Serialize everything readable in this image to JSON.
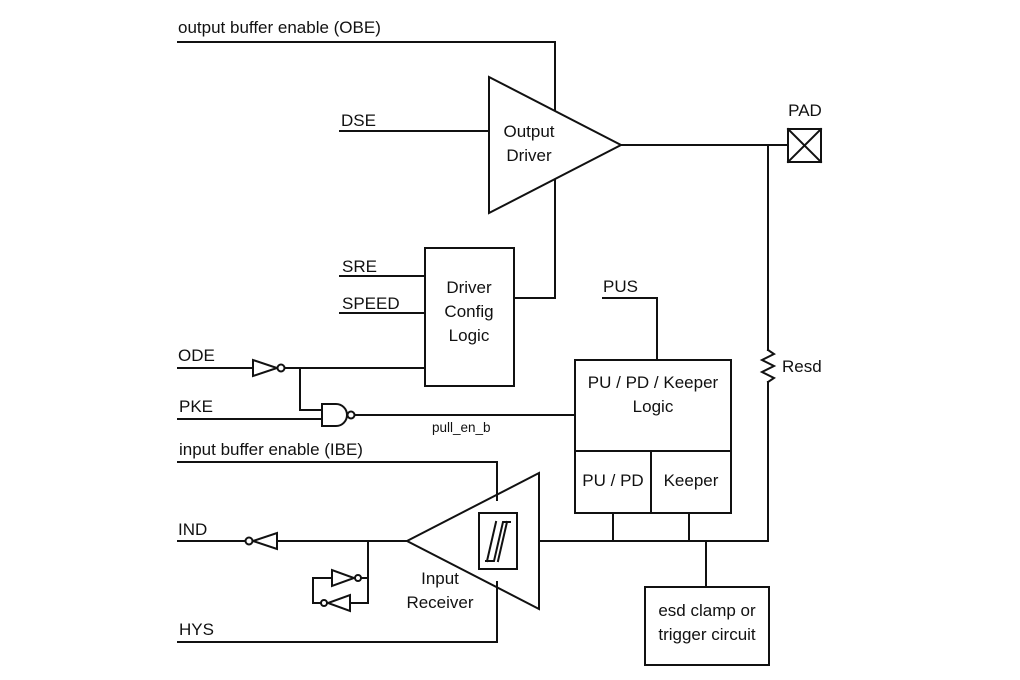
{
  "signals": {
    "obe": "output buffer enable (OBE)",
    "dse": "DSE",
    "sre": "SRE",
    "speed": "SPEED",
    "ode": "ODE",
    "pke": "PKE",
    "ibe": "input buffer enable (IBE)",
    "ind": "IND",
    "hys": "HYS",
    "pus": "PUS",
    "pull_en_b": "pull_en_b",
    "pad": "PAD",
    "resd": "Resd"
  },
  "blocks": {
    "output_driver": [
      "Output",
      "Driver"
    ],
    "driver_config": [
      "Driver",
      "Config",
      "Logic"
    ],
    "pu_pd_keeper_logic": [
      "PU / PD / Keeper",
      "Logic"
    ],
    "pu_pd": "PU / PD",
    "keeper": "Keeper",
    "input_receiver": [
      "Input",
      "Receiver"
    ],
    "esd_clamp": [
      "esd clamp or",
      "trigger circuit"
    ]
  }
}
